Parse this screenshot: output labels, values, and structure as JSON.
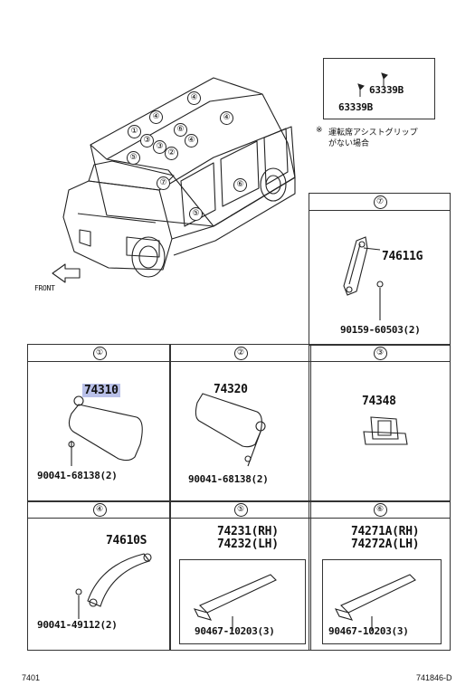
{
  "callouts": {
    "c1": "①",
    "c2": "②",
    "c3": "③",
    "c4": "④",
    "c5": "⑤",
    "c6": "⑥",
    "c7": "⑦"
  },
  "top_inset": {
    "part_a": "63339B",
    "part_b": "63339B",
    "note_mark": "※",
    "note_line1": "運転席アシストグリップ",
    "note_line2": "がない場合"
  },
  "front_label": "FRONT",
  "panels": {
    "p7": {
      "part": "74611G",
      "screw": "90159-60503(2)"
    },
    "p1": {
      "part": "74310",
      "screw": "90041-68138(2)"
    },
    "p2": {
      "part": "74320",
      "screw": "90041-68138(2)"
    },
    "p3": {
      "part": "74348"
    },
    "p4": {
      "part": "74610S",
      "screw": "90041-49112(2)"
    },
    "p5": {
      "part_rh": "74231(RH)",
      "part_lh": "74232(LH)",
      "clip": "90467-10203(3)"
    },
    "p6": {
      "part_rh": "74271A(RH)",
      "part_lh": "74272A(LH)",
      "clip": "90467-10203(3)"
    }
  },
  "footer": {
    "left": "7401",
    "right": "741846-D"
  }
}
